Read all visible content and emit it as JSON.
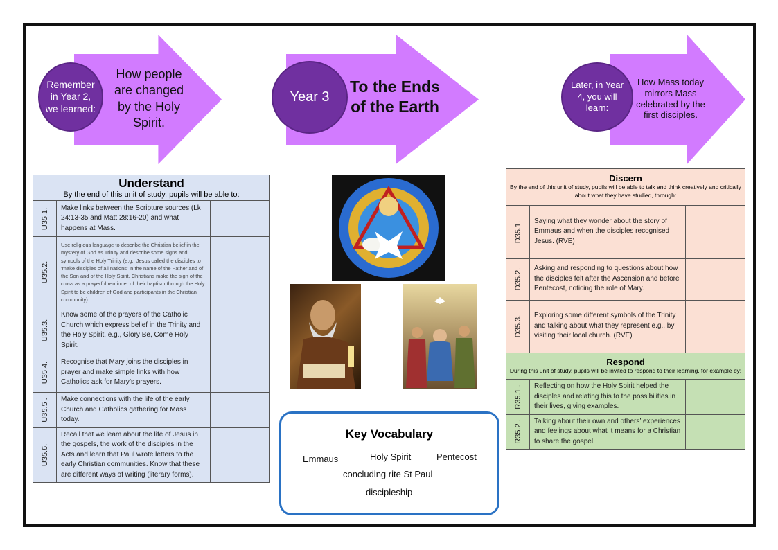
{
  "arrows": [
    {
      "circle": "Remember in Year 2, we learned:",
      "text": "How people are changed by the Holy Spirit."
    },
    {
      "circle": "Year 3",
      "text": "To the Ends of the Earth"
    },
    {
      "circle": "Later, in Year 4, you will learn:",
      "text": "How Mass today mirrors Mass celebrated by the first disciples."
    }
  ],
  "understand": {
    "title": "Understand",
    "subtitle": "By the end of this unit of study, pupils will be able to:",
    "rows": [
      {
        "code": "U35.1.",
        "text": "Make links between the Scripture sources (Lk 24:13-35 and Matt 28:16-20) and what happens at Mass."
      },
      {
        "code": "U35.2.",
        "text": "Use religious language  to describe the Christian belief in the mystery of God as Trinity and describe some signs and symbols of the Holy Trinity (e.g., Jesus called the disciples to ‘make disciples of all nations’ in the name of the Father  and of the Son and of the Holy Spirit. Christians make the sign of the cross as a prayerful reminder  of their baptism through the Holy Spirit to be children of God and participants in the Christian community)."
      },
      {
        "code": "U35.3.",
        "text": "Know some of the prayers of the Catholic Church which express belief in the Trinity and the Holy Spirit, e.g., Glory Be, Come Holy Spirit."
      },
      {
        "code": "U35.4.",
        "text": "Recognise that Mary joins the disciples in prayer and make simple links with how Catholics ask for Mary’s prayers."
      },
      {
        "code": "U35.5 .",
        "text": "Make connections with the life of the early Church and Catholics gathering for Mass today."
      },
      {
        "code": "U35.6.",
        "text": "Recall that we leam about the life of Jesus in the gospels, the work of the disciples in the Acts and learn that Paul wrote letters to the early Christian communities. Know that these are different ways of writing (literary forms)."
      }
    ]
  },
  "discern": {
    "title": "Discern",
    "subtitle": "By the end of this unit of study, pupils will be able to talk and think creatively and critically about what they have studied, through:",
    "rows": [
      {
        "code": "D35.1.",
        "text": "Saying what they wonder about the story of Emmaus and when the disciples recognised Jesus. (RVE)"
      },
      {
        "code": "D35.2.",
        "text": "Asking and responding to questions about how the disciples felt after the Ascension and before Pentecost, noticing the role of Mary."
      },
      {
        "code": "D35.3.",
        "text": "Exploring some different symbols of the Trinity and talking about what they represent e.g., by visiting their local church. (RVE)"
      }
    ]
  },
  "respond": {
    "title": "Respond",
    "subtitle": "During this unit of study, pupils will be invited to respond to their learning, for example by:",
    "rows": [
      {
        "code": "R35.1 .",
        "text": "Reflecting on how the Holy Spirit helped the disciples and relating this to the possibilities in their lives, giving examples."
      },
      {
        "code": "R35.2 .",
        "text": "Talking about their own and others’ experiences and feelings about what it means for a Christian to share the gospel."
      }
    ]
  },
  "vocab": {
    "title": "Key Vocabulary",
    "words": [
      "Emmaus",
      "Holy Spirit",
      "Pentecost",
      "concluding rite St Paul",
      "discipleship"
    ]
  }
}
